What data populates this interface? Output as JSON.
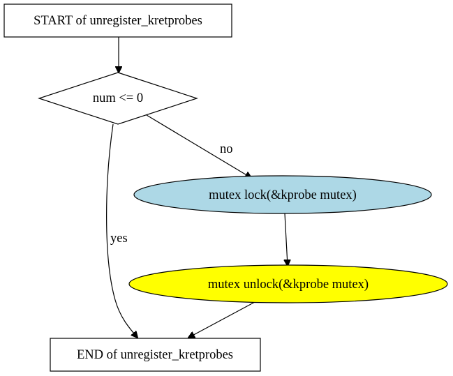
{
  "diagram": {
    "nodes": {
      "start": {
        "label": "START of unregister_kretprobes",
        "shape": "box",
        "fill": "#ffffff"
      },
      "decision": {
        "label": "num <= 0",
        "shape": "diamond",
        "fill": "#ffffff"
      },
      "lock": {
        "label": "mutex  lock(&kprobe  mutex)",
        "shape": "ellipse",
        "fill": "#add8e6"
      },
      "unlock": {
        "label": "mutex  unlock(&kprobe  mutex)",
        "shape": "ellipse",
        "fill": "#ffff00"
      },
      "end": {
        "label": "END of unregister_kretprobes",
        "shape": "box",
        "fill": "#ffffff"
      }
    },
    "edges": [
      {
        "from": "start",
        "to": "decision",
        "label": ""
      },
      {
        "from": "decision",
        "to": "lock",
        "label": "no"
      },
      {
        "from": "decision",
        "to": "end",
        "label": "yes"
      },
      {
        "from": "lock",
        "to": "unlock",
        "label": ""
      },
      {
        "from": "unlock",
        "to": "end",
        "label": ""
      }
    ]
  }
}
